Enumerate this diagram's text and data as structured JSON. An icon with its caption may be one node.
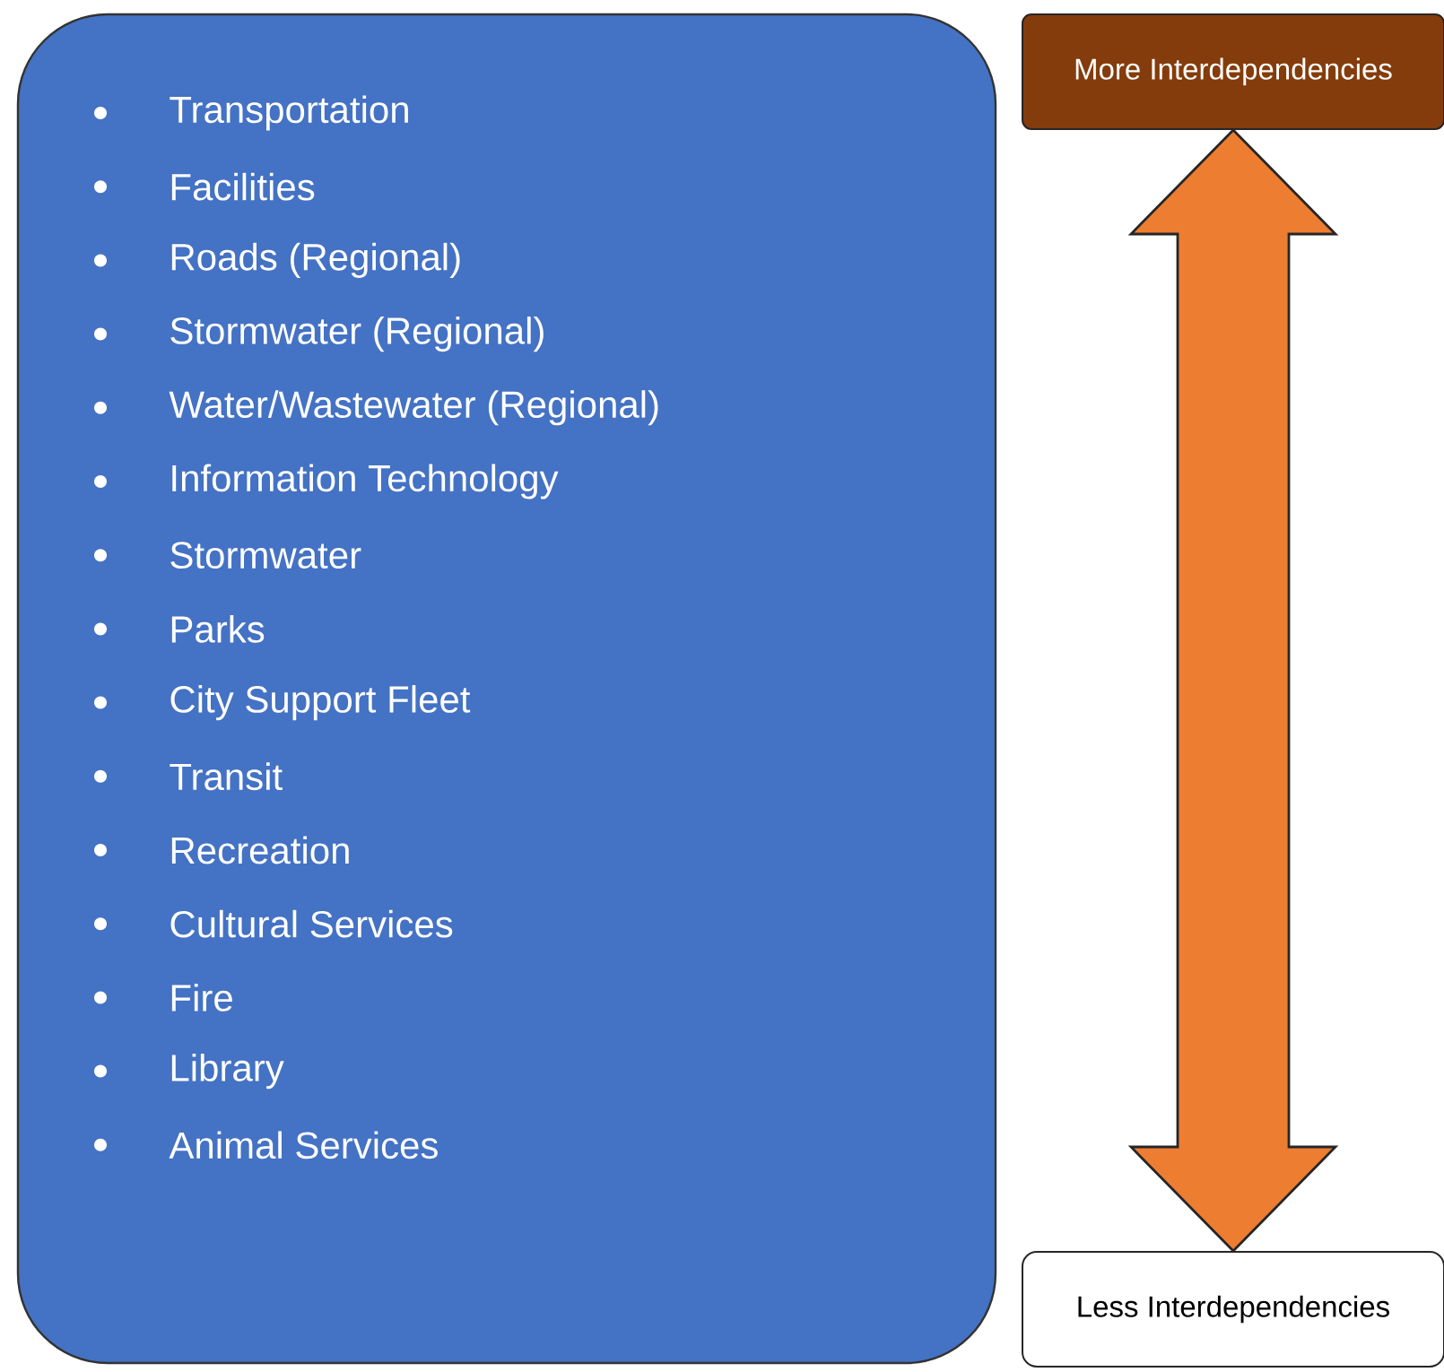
{
  "diagram": {
    "nodes": [
      {
        "text": [
          "Transportation",
          "Facilities",
          "Roads (Regional)",
          "Stormwater (Regional)",
          "Water/Wastewater (Regional)",
          "Information Technology",
          "Stormwater",
          "Parks",
          "City Support Fleet",
          "Transit",
          "Recreation",
          "Cultural Services",
          "Fire",
          "Library",
          "Animal Services"
        ]
      },
      {
        "text": [
          "More Interdependencies"
        ]
      },
      {
        "text": [
          "Less Interdependencies"
        ]
      }
    ],
    "edges": [
      {
        "from": 1,
        "to": 2,
        "arrow": "both",
        "color": "#ed7d31",
        "style": "thick"
      }
    ]
  }
}
